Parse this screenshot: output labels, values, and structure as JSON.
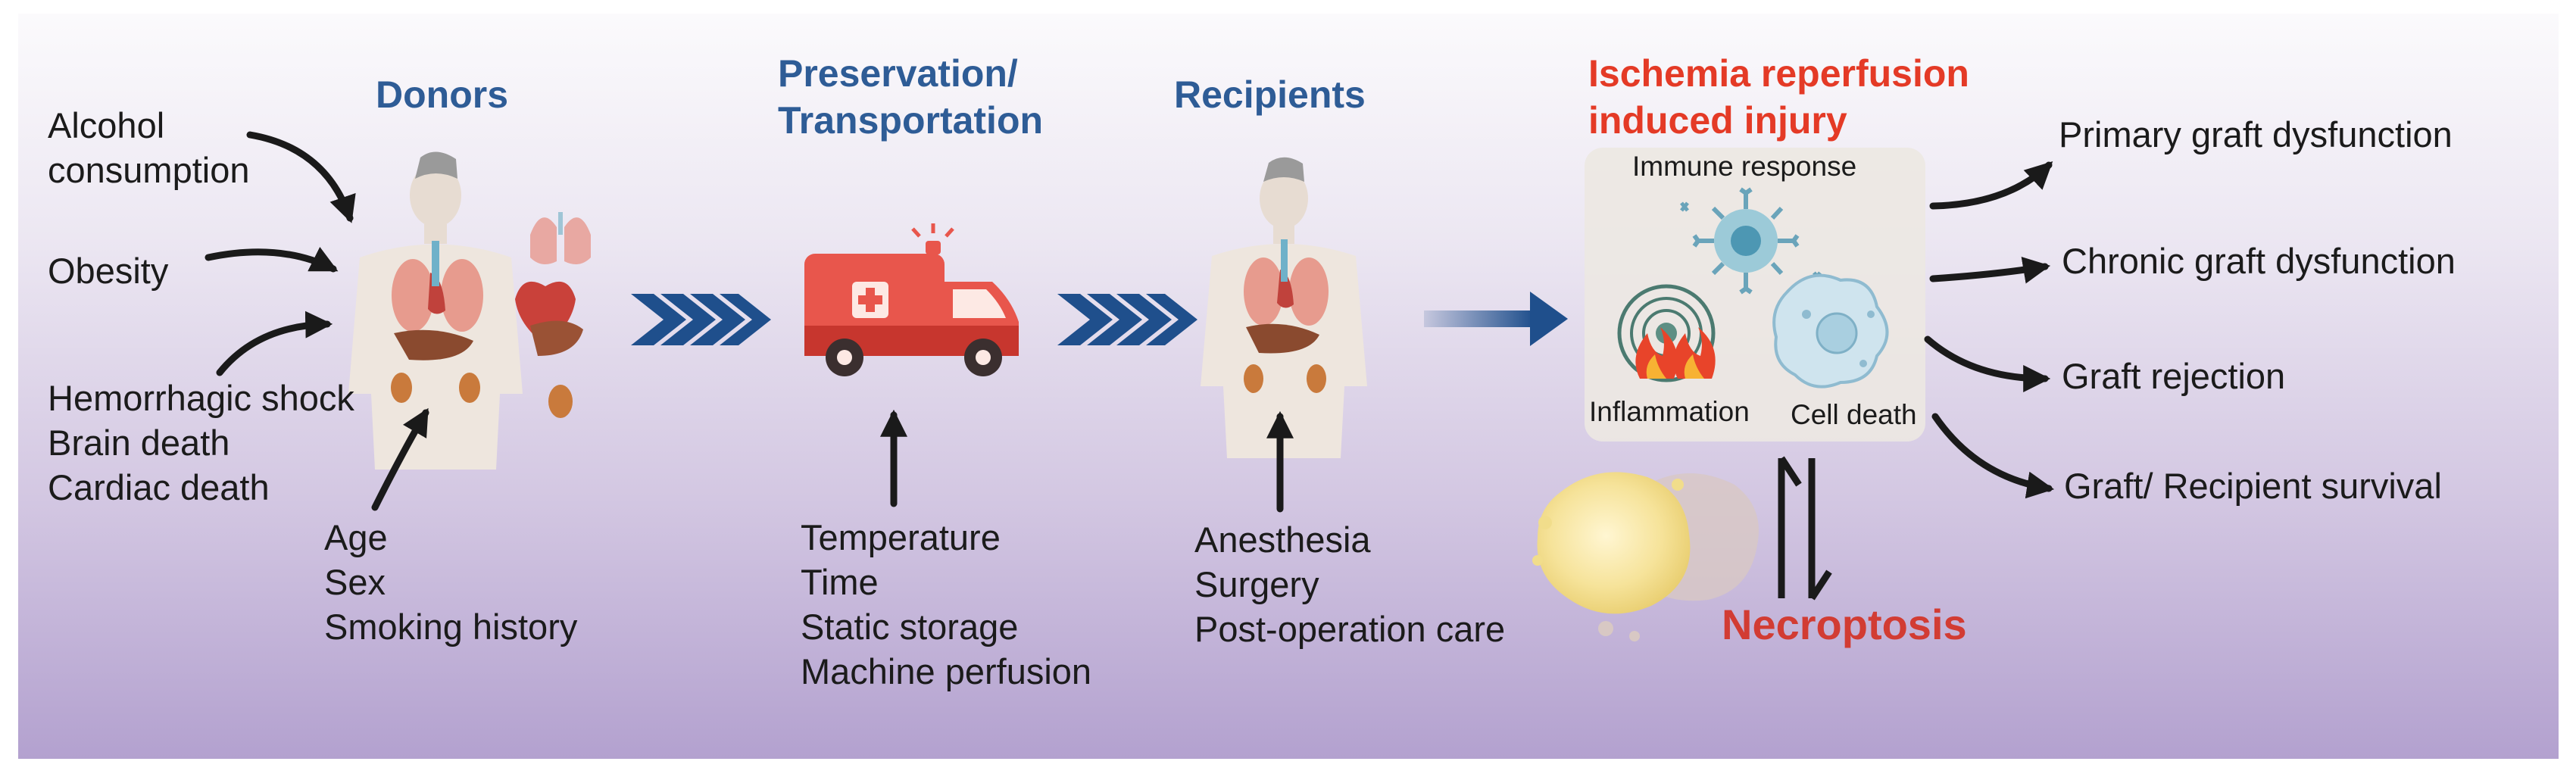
{
  "stages": {
    "donors": "Donors",
    "preservation_line1": "Preservation/",
    "preservation_line2": "Transportation",
    "recipients": "Recipients",
    "ir_line1": "Ischemia reperfusion",
    "ir_line2": "induced injury"
  },
  "donor_factors": {
    "alcohol_line1": "Alcohol",
    "alcohol_line2": "consumption",
    "obesity": "Obesity",
    "conditions": [
      "Hemorrhagic shock",
      "Brain death",
      "Cardiac death"
    ],
    "demographics": [
      "Age",
      "Sex",
      "Smoking history"
    ]
  },
  "preservation_factors": [
    "Temperature",
    "Time",
    "Static storage",
    "Machine perfusion"
  ],
  "recipient_factors": [
    "Anesthesia",
    "Surgery",
    "Post-operation care"
  ],
  "injury_box": {
    "immune_response": "Immune response",
    "inflammation": "Inflammation",
    "cell_death": "Cell death"
  },
  "necroptosis": "Necroptosis",
  "outcomes": [
    "Primary graft dysfunction",
    "Chronic graft dysfunction",
    "Graft rejection",
    "Graft/ Recipient survival"
  ],
  "colors": {
    "stage_heading": "#2e5c96",
    "injury_heading": "#e43a26",
    "necroptosis": "#d23c33",
    "chevron_arrow": "#1f4f8c",
    "ambulance": "#e8564c",
    "curved_arrow": "#1a1a1a"
  }
}
